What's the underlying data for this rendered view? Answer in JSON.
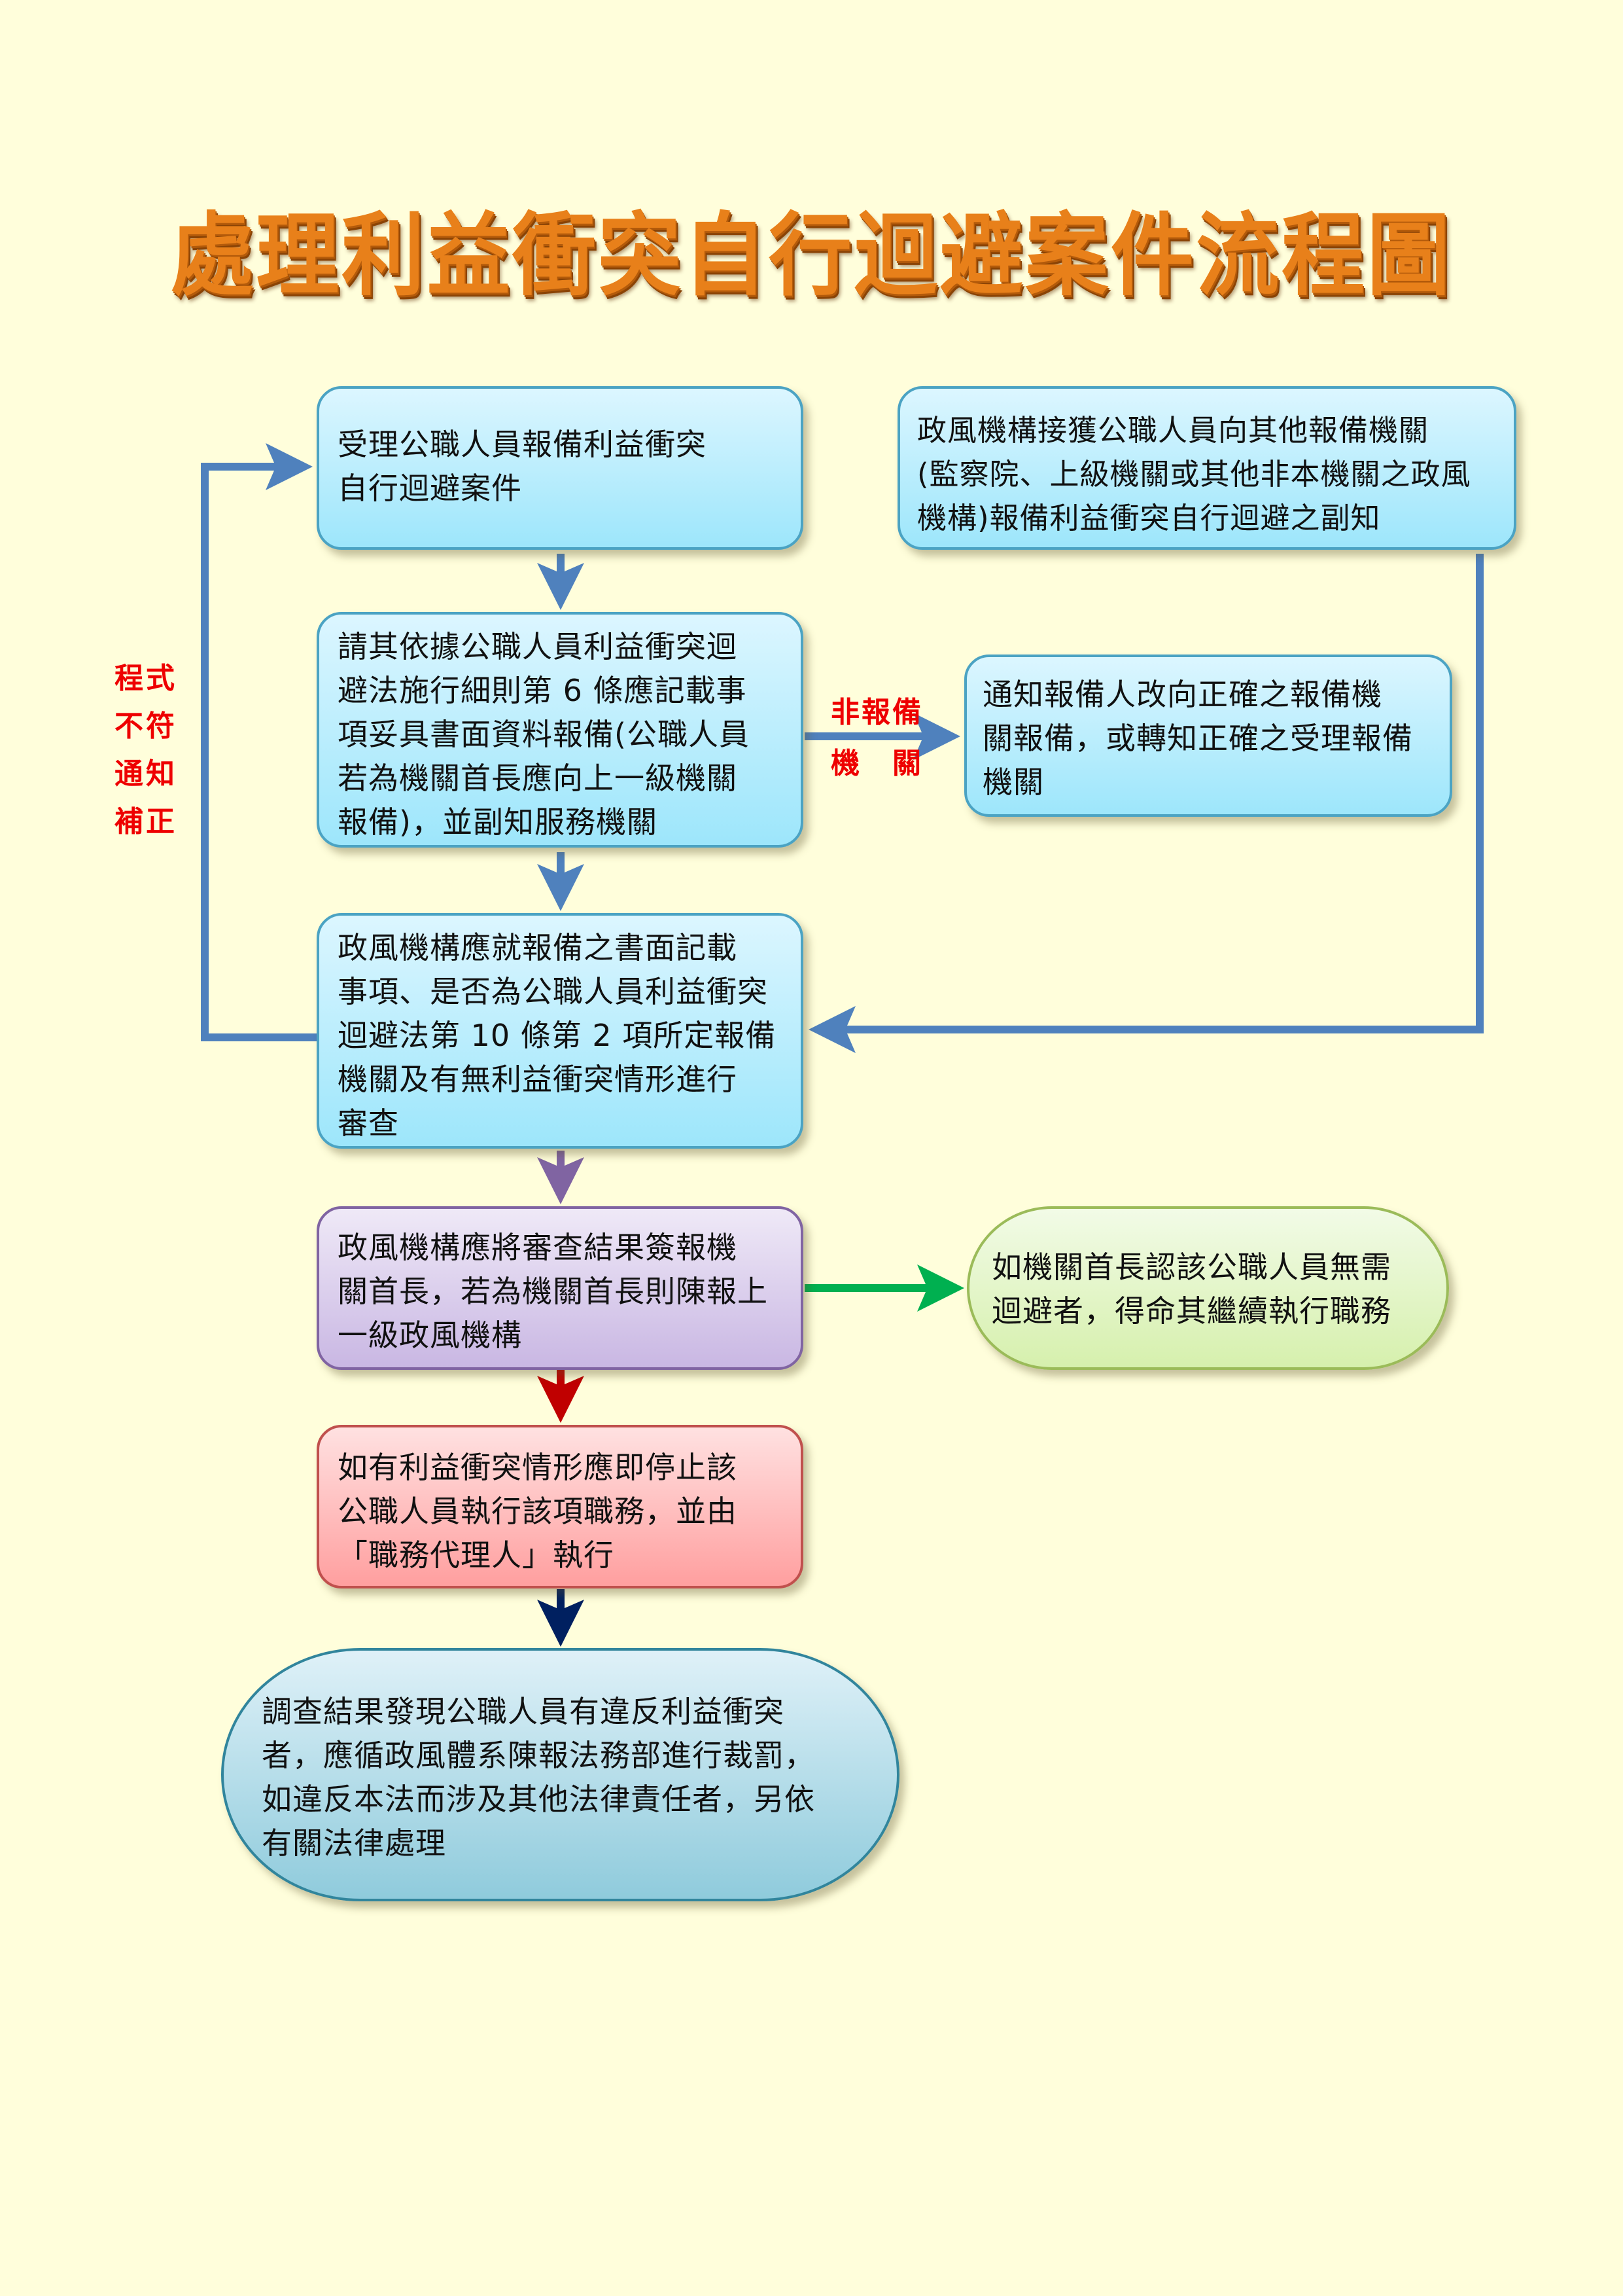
{
  "title": "處理利益衝突自行迴避案件流程圖",
  "colors": {
    "background": "#fffedb",
    "title": "#e8801a",
    "connector_blue": "#4f81bd",
    "connector_purple": "#8064a2",
    "connector_green": "#00b050",
    "connector_red": "#c00000",
    "connector_navy": "#002060",
    "label_red": "#ee0000"
  },
  "nodes": {
    "receive": {
      "text": "受理公職人員報備利益衝突\n自行迴避案件"
    },
    "copy_notice": {
      "text": "政風機構接獲公職人員向其他報備機關\n(監察院、上級機關或其他非本機關之政風\n機構)報備利益衝突自行迴避之副知"
    },
    "request_report": {
      "text": "請其依據公職人員利益衝突迴\n避法施行細則第 6 條應記載事\n項妥具書面資料報備(公職人員\n若為機關首長應向上一級機關\n報備)，並副知服務機關"
    },
    "redirect": {
      "text": "通知報備人改向正確之報備機\n關報備，或轉知正確之受理報備\n機關"
    },
    "review": {
      "text": "政風機構應就報備之書面記載\n事項、是否為公職人員利益衝突\n迴避法第 10 條第 2 項所定報備\n機關及有無利益衝突情形進行\n審查"
    },
    "report_head": {
      "text": "政風機構應將審查結果簽報機\n關首長，若為機關首長則陳報上\n一級政風機構"
    },
    "no_recusal": {
      "text": "如機關首長認該公職人員無需\n迴避者，得命其繼續執行職務"
    },
    "stop_duty": {
      "text": "如有利益衝突情形應即停止該\n公職人員執行該項職務，並由\n「職務代理人」執行"
    },
    "violation": {
      "text": "調查結果發現公職人員有違反利益衝突\n者，應循政風體系陳報法務部進行裁罰，\n如違反本法而涉及其他法律責任者，另依\n有關法律處理"
    }
  },
  "edge_labels": {
    "incomplete": "程式\n不符\n通知\n補正",
    "wrong_agency": "非報備\n機　關"
  },
  "edges": [
    {
      "from": "receive",
      "to": "request_report",
      "color": "blue"
    },
    {
      "from": "request_report",
      "to": "redirect",
      "color": "blue",
      "label": "wrong_agency"
    },
    {
      "from": "request_report",
      "to": "review",
      "color": "blue"
    },
    {
      "from": "review",
      "to": "receive",
      "color": "blue",
      "label": "incomplete"
    },
    {
      "from": "copy_notice",
      "to": "review",
      "color": "blue"
    },
    {
      "from": "review",
      "to": "report_head",
      "color": "purple"
    },
    {
      "from": "report_head",
      "to": "no_recusal",
      "color": "green"
    },
    {
      "from": "report_head",
      "to": "stop_duty",
      "color": "red"
    },
    {
      "from": "stop_duty",
      "to": "violation",
      "color": "navy"
    }
  ]
}
